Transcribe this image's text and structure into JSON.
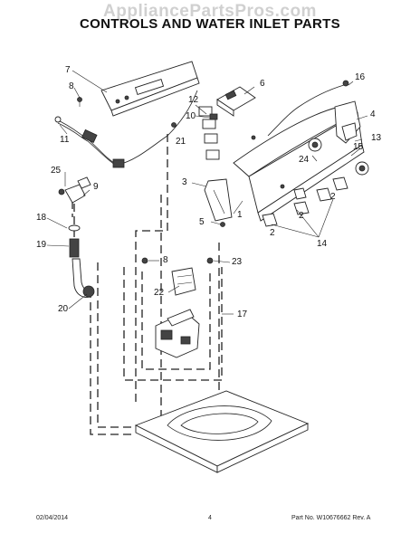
{
  "watermark": "AppliancePartsPros.com",
  "title": "CONTROLS AND WATER INLET PARTS",
  "callouts": {
    "c1": "1",
    "c2a": "2",
    "c2b": "2",
    "c2c": "2",
    "c3": "3",
    "c4": "4",
    "c5": "5",
    "c6": "6",
    "c7": "7",
    "c8a": "8",
    "c8b": "8",
    "c9": "9",
    "c10": "10",
    "c11": "11",
    "c12": "12",
    "c13": "13",
    "c14": "14",
    "c15": "15",
    "c16": "16",
    "c17": "17",
    "c18": "18",
    "c19": "19",
    "c20": "20",
    "c21": "21",
    "c22": "22",
    "c23": "23",
    "c24": "24",
    "c25": "25"
  },
  "footer": {
    "date": "02/04/2014",
    "page": "4",
    "part_no": "Part No. W10676662  Rev. A"
  }
}
